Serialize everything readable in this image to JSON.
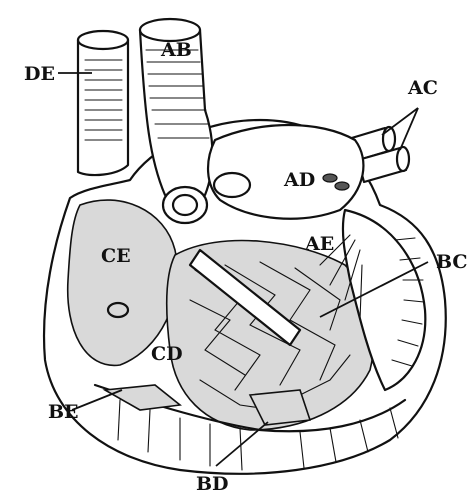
{
  "labels": {
    "ab": "AB",
    "ac": "AC",
    "ad": "AD",
    "ae": "AE",
    "bc": "BC",
    "bd": "BD",
    "be": "BE",
    "cd": "CD",
    "ce": "CE",
    "de": "DE"
  },
  "colors": {
    "ink": "#111111",
    "background": "#ffffff"
  }
}
